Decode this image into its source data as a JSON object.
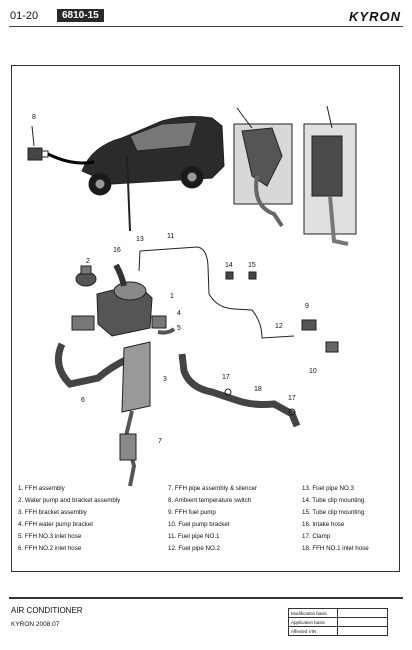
{
  "header": {
    "page_number": "01-20",
    "section_code": "6810-15",
    "brand": "KYRON"
  },
  "callouts": [
    "1",
    "2",
    "3",
    "4",
    "5",
    "6",
    "7",
    "8",
    "9",
    "10",
    "11",
    "12",
    "13",
    "14",
    "15",
    "16",
    "17",
    "17",
    "18"
  ],
  "parts_list": [
    [
      "1. FFH assembly",
      "7. FFH pipe assembly & silencer",
      "13. Fuel pipe NO.3"
    ],
    [
      "2. Water pump and bracket assembly",
      "8. Ambient temperature switch",
      "14. Tube clip mounting"
    ],
    [
      "3. FFH bracket assembly",
      "9. FFH fuel pump",
      "15. Tube clip mounting"
    ],
    [
      "4. FFH water pump bracket",
      "10. Fuel pump bracket",
      "16. Intake hose"
    ],
    [
      "5. FFH NO.3 inlet hose",
      "11. Fuel pipe NO.1",
      "17. Clamp"
    ],
    [
      "6. FFH NO.2 inlet hose",
      "12. Fuel pipe NO.2",
      "18. FFH NO.1 inlet hose"
    ]
  ],
  "footer": {
    "section_title": "AIR CONDITIONER",
    "version": "KYRON 2008.07",
    "info_labels": [
      "Modification basis",
      "Application basis",
      "Affected VIN"
    ]
  }
}
